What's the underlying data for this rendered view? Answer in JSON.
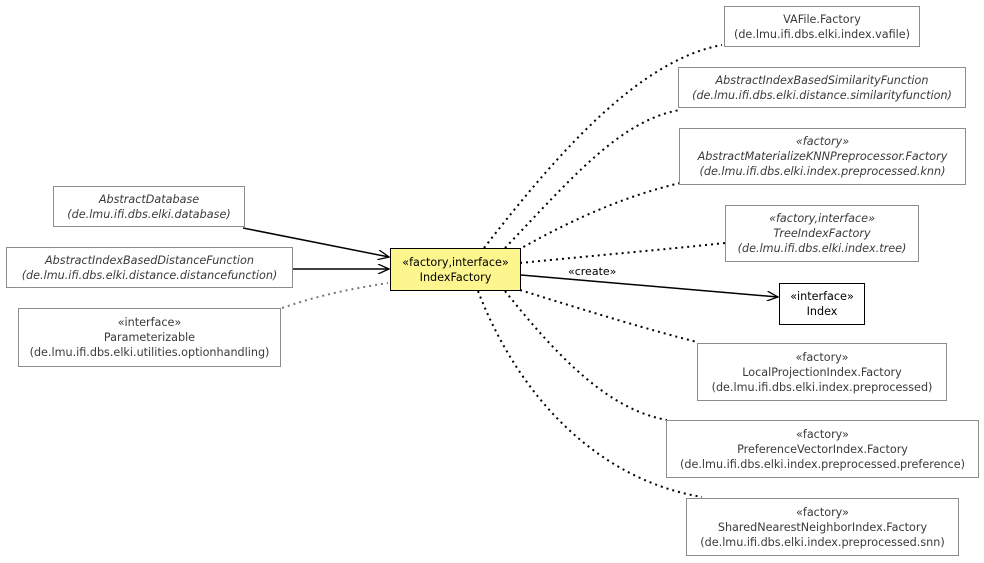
{
  "focus": {
    "stereotype": "«factory,interface»",
    "name": "IndexFactory"
  },
  "nodes": {
    "vafile": {
      "name": "VAFile.Factory",
      "pkg": "(de.lmu.ifi.dbs.elki.index.vafile)"
    },
    "sim": {
      "name": "AbstractIndexBasedSimilarityFunction",
      "pkg": "(de.lmu.ifi.dbs.elki.distance.similarityfunction)"
    },
    "knn": {
      "stereotype": "«factory»",
      "name": "AbstractMaterializeKNNPreprocessor.Factory",
      "pkg": "(de.lmu.ifi.dbs.elki.index.preprocessed.knn)"
    },
    "db": {
      "name": "AbstractDatabase",
      "pkg": "(de.lmu.ifi.dbs.elki.database)"
    },
    "tree": {
      "stereotype": "«factory,interface»",
      "name": "TreeIndexFactory",
      "pkg": "(de.lmu.ifi.dbs.elki.index.tree)"
    },
    "dist": {
      "name": "AbstractIndexBasedDistanceFunction",
      "pkg": "(de.lmu.ifi.dbs.elki.distance.distancefunction)"
    },
    "param": {
      "stereotype": "«interface»",
      "name": "Parameterizable",
      "pkg": "(de.lmu.ifi.dbs.elki.utilities.optionhandling)"
    },
    "index": {
      "stereotype": "«interface»",
      "name": "Index"
    },
    "lp": {
      "stereotype": "«factory»",
      "name": "LocalProjectionIndex.Factory",
      "pkg": "(de.lmu.ifi.dbs.elki.index.preprocessed)"
    },
    "pv": {
      "stereotype": "«factory»",
      "name": "PreferenceVectorIndex.Factory",
      "pkg": "(de.lmu.ifi.dbs.elki.index.preprocessed.preference)"
    },
    "snn": {
      "stereotype": "«factory»",
      "name": "SharedNearestNeighborIndex.Factory",
      "pkg": "(de.lmu.ifi.dbs.elki.index.preprocessed.snn)"
    }
  },
  "edges": {
    "create_label": "«create»"
  }
}
